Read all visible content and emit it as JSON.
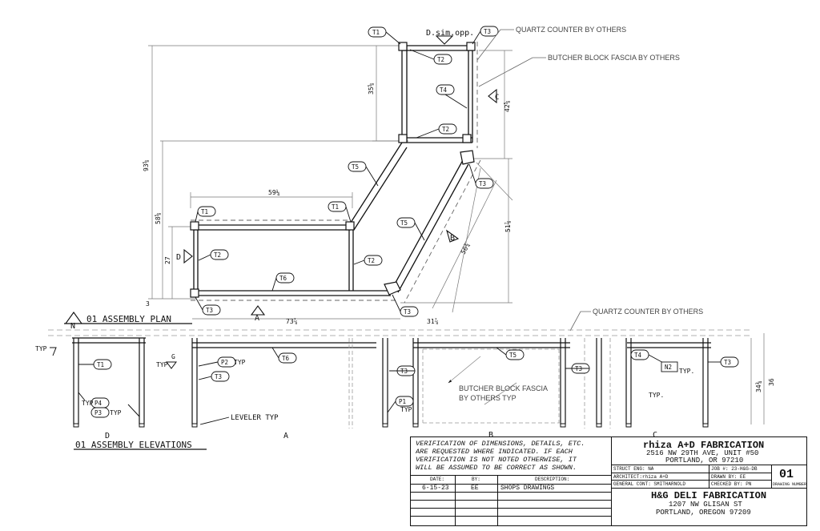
{
  "plan": {
    "title": "01 ASSEMBLY PLAN",
    "north": "N",
    "view_label": "D.sim.opp.",
    "dims": {
      "overall_depth": "93⅝",
      "top_depth": "35⅝",
      "left_depth": "58⅝",
      "inner_depth": "27",
      "small": "3",
      "top_width": "59¼",
      "overall_width": "73⅞",
      "diag_depth": "51⅞",
      "diag_len": "56¾",
      "right_dim": "42⅝",
      "bottom_right": "31⅞"
    },
    "views": {
      "a": "A",
      "b": "B",
      "c": "C",
      "d": "D"
    },
    "tags": [
      "T1",
      "T1",
      "T1",
      "T2",
      "T2",
      "T2",
      "T3",
      "T3",
      "T3",
      "T4",
      "T5",
      "T5",
      "T6",
      "T2"
    ]
  },
  "notes": {
    "quartz": "QUARTZ COUNTER BY OTHERS",
    "butcher": "BUTCHER BLOCK FASCIA BY OTHERS",
    "quartz_elev": "QUARTZ COUNTER BY OTHERS",
    "butcher_elev_1": "BUTCHER BLOCK FASCIA",
    "butcher_elev_2": "BY OTHERS TYP"
  },
  "elevations": {
    "title": "01 ASSEMBLY ELEVATIONS",
    "labels": {
      "d": "D",
      "a": "A",
      "b": "B",
      "c": "C"
    },
    "typ": "TYP",
    "typ_dot": "TYP.",
    "leveler": "LEVELER TYP",
    "g": "G",
    "tags": {
      "t1": "T1",
      "p4": "P4",
      "p3": "P3",
      "p2": "P2",
      "t3": "T3",
      "t6": "T6",
      "t5": "T5",
      "p1": "P1",
      "t4": "T4",
      "n2": "N2"
    },
    "dims": {
      "h1": "34¾",
      "h2": "36"
    }
  },
  "title_block": {
    "verification": [
      "VERIFICATION OF DIMENSIONS, DETAILS, ETC.",
      "ARE REQUESTED WHERE INDICATED. IF EACH",
      "VERIFICATION IS NOT NOTED OTHERWISE, IT",
      "WILL BE ASSUMED TO BE CORRECT AS SHOWN."
    ],
    "col_date": "DATE:",
    "col_by": "BY:",
    "col_desc": "DESCRIPTION:",
    "row_date": "6-15-23",
    "row_by": "EE",
    "row_desc": "SHOPS DRAWINGS",
    "firm_name": "rhiza A+D FABRICATION",
    "firm_addr1": "2516 NW 29TH AVE, UNIT #50",
    "firm_addr2": "PORTLAND, OR 97210",
    "struct_eng": "STRUCT ENG: NA",
    "architect": "ARCHITECT:rhiza A+D",
    "general": "GENERAL CONT: SMITHARNOLD",
    "job": "JOB #: 23-H&G-DB",
    "drawn": "DRAWN BY: EE",
    "checked": "CHECKED BY: PN",
    "drawing_no": "01",
    "drawing_no_label": "DRAWING NUMBER",
    "project": "H&G DELI FABRICATION",
    "proj_addr1": "1207 NW GLISAN ST",
    "proj_addr2": "PORTLAND, OREGON 97209"
  }
}
